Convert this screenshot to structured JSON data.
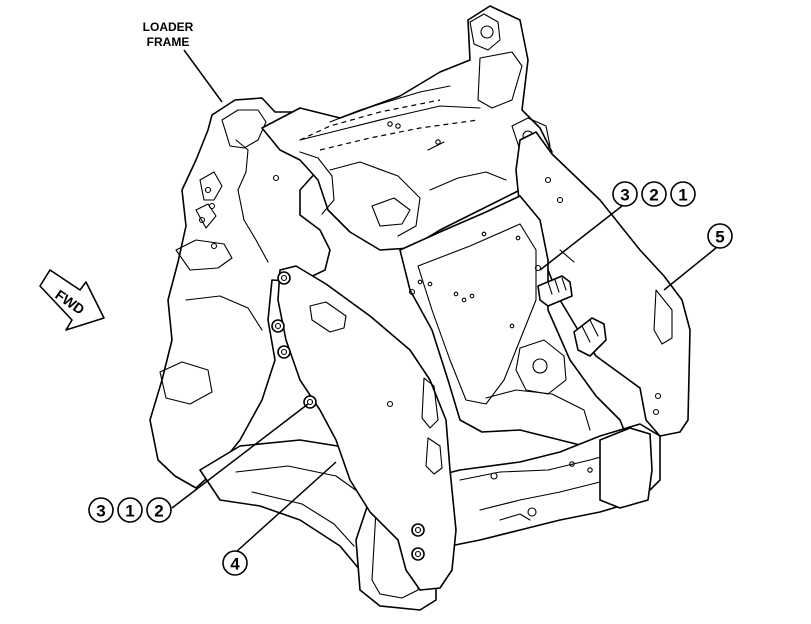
{
  "diagram": {
    "labels": {
      "loader_frame_line1": "LOADER",
      "loader_frame_line2": "FRAME",
      "forward": "FWD"
    },
    "callouts": {
      "upper_right_group": [
        "3",
        "2",
        "1"
      ],
      "lower_left_group": [
        "3",
        "1",
        "2"
      ],
      "plate_right": "5",
      "plate_left": "4"
    }
  }
}
